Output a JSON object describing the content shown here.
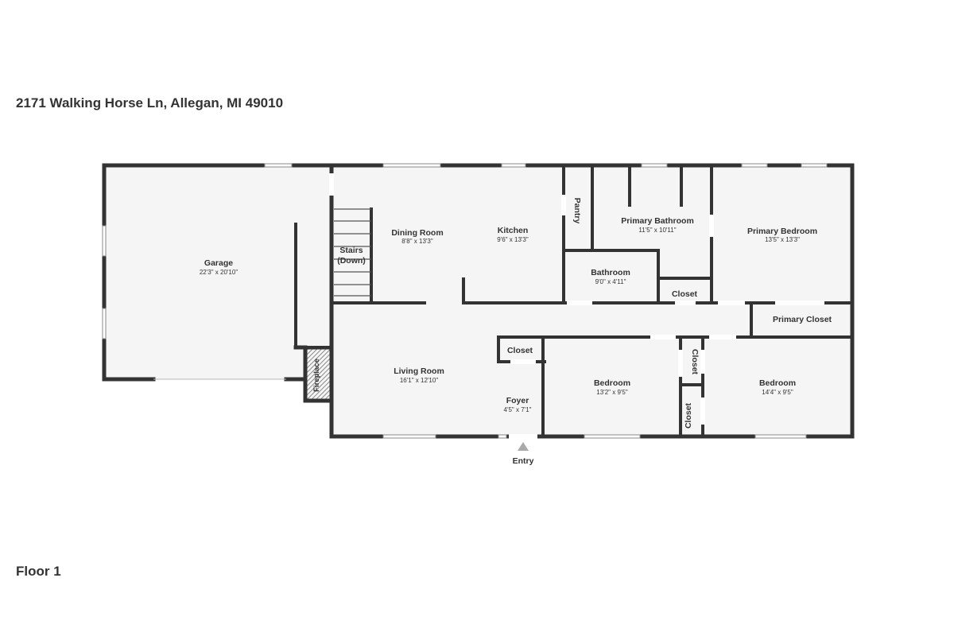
{
  "address": "2171 Walking Horse Ln, Allegan, MI 49010",
  "floor_label": "Floor 1",
  "entry_label": "Entry",
  "rooms": {
    "garage": {
      "name": "Garage",
      "dim": "22'3\" x 20'10\""
    },
    "stairs": {
      "name_line1": "Stairs",
      "name_line2": "(Down)"
    },
    "dining": {
      "name": "Dining Room",
      "dim": "8'8\" x 13'3\""
    },
    "kitchen": {
      "name": "Kitchen",
      "dim": "9'6\" x 13'3\""
    },
    "pantry": {
      "name": "Pantry"
    },
    "primary_bath": {
      "name": "Primary Bathroom",
      "dim": "11'5\" x 10'11\""
    },
    "primary_bed": {
      "name": "Primary Bedroom",
      "dim": "13'5\" x 13'3\""
    },
    "bathroom": {
      "name": "Bathroom",
      "dim": "9'0\" x 4'11\""
    },
    "closet_bath": {
      "name": "Closet"
    },
    "primary_closet": {
      "name": "Primary Closet"
    },
    "fireplace": {
      "name": "Fireplace"
    },
    "living": {
      "name": "Living Room",
      "dim": "16'1\" x 12'10\""
    },
    "closet_foyer": {
      "name": "Closet"
    },
    "foyer": {
      "name": "Foyer",
      "dim": "4'5\" x 7'1\""
    },
    "bedroom1": {
      "name": "Bedroom",
      "dim": "13'2\" x 9'5\""
    },
    "closet_mid_top": {
      "name": "Closet"
    },
    "closet_mid_bottom": {
      "name": "Closet"
    },
    "bedroom2": {
      "name": "Bedroom",
      "dim": "14'4\" x 9'5\""
    }
  },
  "colors": {
    "wall": "#333333",
    "floor": "#f5f5f5",
    "background": "#ffffff"
  }
}
